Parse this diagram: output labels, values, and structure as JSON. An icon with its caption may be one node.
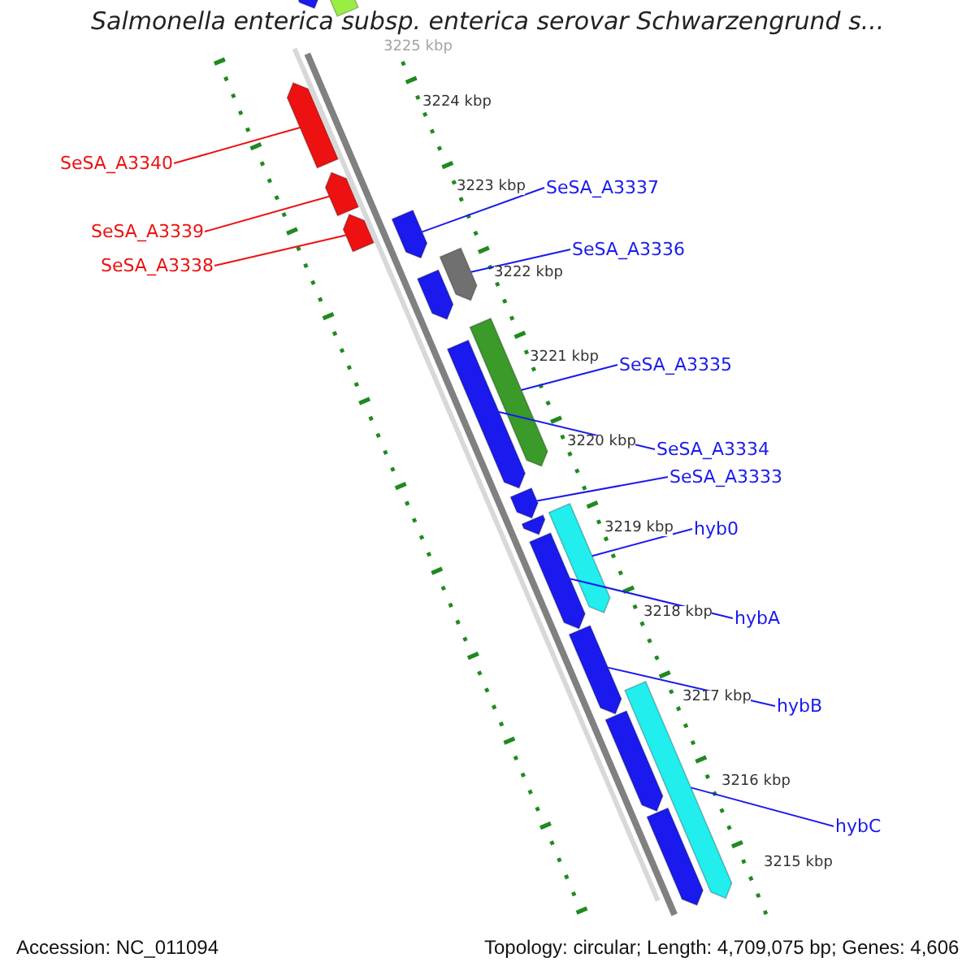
{
  "diagram": {
    "title": "Salmonella enterica subsp. enterica serovar Schwarzengrund s...",
    "nodes": [
      {
        "text": [],
        "shape": "arrow"
      },
      {
        "text": [],
        "shape": "box"
      },
      {
        "text": [],
        "shape": "arrow"
      },
      {
        "text": [
          "SeSA_A3340"
        ]
      },
      {
        "text": [],
        "shape": "arrow"
      },
      {
        "text": [
          "SeSA_A3339"
        ]
      },
      {
        "text": [],
        "shape": "arrow"
      },
      {
        "text": [
          "SeSA_A3338"
        ]
      },
      {
        "text": [
          "SeSA_A3337"
        ]
      },
      {
        "text": [],
        "shape": "arrow"
      },
      {
        "text": [
          "SeSA_A3336"
        ]
      },
      {
        "text": [],
        "shape": "arrow"
      },
      {
        "text": [],
        "shape": "arrow"
      },
      {
        "text": [
          "SeSA_A3335"
        ]
      },
      {
        "text": [],
        "shape": "arrow"
      },
      {
        "text": [
          "SeSA_A3334"
        ]
      },
      {
        "text": [],
        "shape": "arrow"
      },
      {
        "text": [
          "SeSA_A3333"
        ]
      },
      {
        "text": [],
        "shape": "arrow"
      },
      {
        "text": [],
        "shape": "arrow"
      },
      {
        "text": [
          "hyb0"
        ]
      },
      {
        "text": [],
        "shape": "arrow"
      },
      {
        "text": [
          "hybA"
        ]
      },
      {
        "text": [],
        "shape": "arrow"
      },
      {
        "text": [
          "hybB"
        ]
      },
      {
        "text": [],
        "shape": "arrow"
      },
      {
        "text": [],
        "shape": "arrow"
      },
      {
        "text": [
          "hybC"
        ]
      },
      {
        "text": [],
        "shape": "arrow"
      },
      {
        "text": [],
        "shape": "arrow"
      }
    ],
    "edges": [
      {
        "from": 3,
        "to": 2,
        "arrow": "none",
        "color": "#ee1111"
      },
      {
        "from": 5,
        "to": 4,
        "arrow": "none",
        "color": "#ee1111"
      },
      {
        "from": 7,
        "to": 6,
        "arrow": "none",
        "color": "#ee1111"
      },
      {
        "from": 8,
        "to": 9,
        "arrow": "none"
      },
      {
        "from": 10,
        "to": 11,
        "arrow": "none"
      },
      {
        "from": 13,
        "to": 14,
        "arrow": "none"
      },
      {
        "from": 15,
        "to": 16,
        "arrow": "none"
      },
      {
        "from": 17,
        "to": 18,
        "arrow": "none"
      },
      {
        "from": 20,
        "to": 21,
        "arrow": "none"
      },
      {
        "from": 22,
        "to": 23,
        "arrow": "none"
      },
      {
        "from": 24,
        "to": 25,
        "arrow": "none"
      },
      {
        "from": 27,
        "to": 28,
        "arrow": "none"
      }
    ],
    "labels": [
      "3225 kbp",
      "3224 kbp",
      "3223 kbp",
      "3222 kbp",
      "3221 kbp",
      "3220 kbp",
      "3219 kbp",
      "3218 kbp",
      "3217 kbp",
      "3216 kbp",
      "3215 kbp",
      "Accession: NC_011094",
      "Topology: circular; Length: 4,709,075 bp; Genes: 4,606"
    ]
  }
}
